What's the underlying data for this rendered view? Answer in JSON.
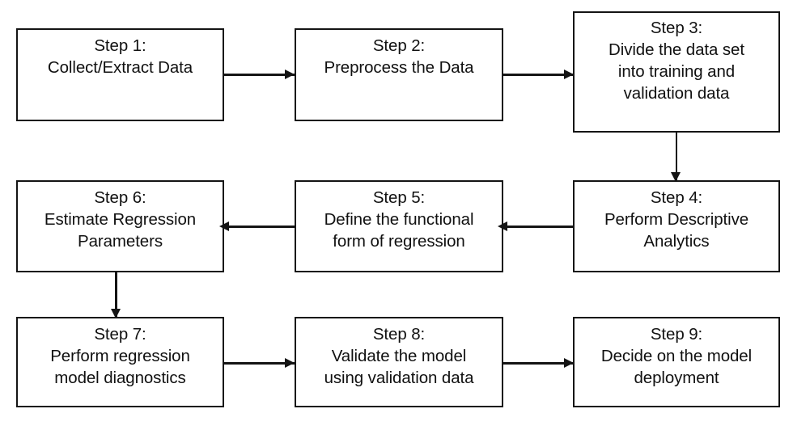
{
  "diagram": {
    "title": "Regression modeling process flowchart",
    "background_color": "#ffffff",
    "line_color": "#141414",
    "text_color": "#111111",
    "nodes": [
      {
        "id": "step1",
        "label": "Step 1:",
        "lines": [
          "Step 1:",
          "Collect/Extract Data"
        ]
      },
      {
        "id": "step2",
        "label": "Step 2:",
        "lines": [
          "Step 2:",
          "Preprocess the Data"
        ]
      },
      {
        "id": "step3",
        "label": "Step 3:",
        "lines": [
          "Step 3:",
          "Divide the data set",
          "into training and",
          "validation data"
        ]
      },
      {
        "id": "step4",
        "label": "Step 4:",
        "lines": [
          "Step 4:",
          "Perform Descriptive",
          "Analytics"
        ]
      },
      {
        "id": "step5",
        "label": "Step 5:",
        "lines": [
          "Step 5:",
          "Define the functional",
          "form of regression"
        ]
      },
      {
        "id": "step6",
        "label": "Step 6:",
        "lines": [
          "Step 6:",
          "Estimate Regression",
          "Parameters"
        ]
      },
      {
        "id": "step7",
        "label": "Step 7:",
        "lines": [
          "Step 7:",
          "Perform regression",
          "model diagnostics"
        ]
      },
      {
        "id": "step8",
        "label": "Step 8:",
        "lines": [
          "Step 8:",
          "Validate the model",
          "using validation data"
        ]
      },
      {
        "id": "step9",
        "label": "Step 9:",
        "lines": [
          "Step 9:",
          "Decide on the model",
          "deployment"
        ]
      }
    ],
    "connectors": [
      {
        "id": "c1",
        "from": "step1",
        "to": "step2",
        "direction": "right"
      },
      {
        "id": "c2",
        "from": "step2",
        "to": "step3",
        "direction": "right"
      },
      {
        "id": "c3",
        "from": "step3",
        "to": "step4",
        "direction": "down"
      },
      {
        "id": "c4",
        "from": "step4",
        "to": "step5",
        "direction": "left"
      },
      {
        "id": "c5",
        "from": "step5",
        "to": "step6",
        "direction": "left"
      },
      {
        "id": "c6",
        "from": "step6",
        "to": "step7",
        "direction": "down"
      },
      {
        "id": "c7",
        "from": "step7",
        "to": "step8",
        "direction": "right"
      },
      {
        "id": "c8",
        "from": "step8",
        "to": "step9",
        "direction": "right"
      }
    ]
  }
}
